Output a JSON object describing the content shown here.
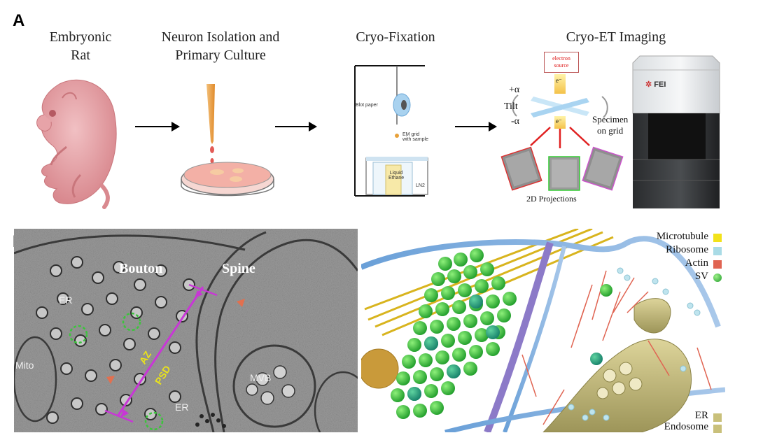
{
  "panel_a": {
    "letter": "A",
    "steps": [
      {
        "title_line1": "Embryonic",
        "title_line2": "Rat"
      },
      {
        "title_line1": "Neuron Isolation and",
        "title_line2": "Primary Culture"
      },
      {
        "title_line1": "Cryo-Fixation",
        "title_line2": ""
      },
      {
        "title_line1": "Cryo-ET Imaging",
        "title_line2": ""
      }
    ],
    "cryo_fixation": {
      "blot_paper": "Blot paper",
      "em_grid_line1": "EM grid",
      "em_grid_line2": "with sample",
      "liquid": "Liquid",
      "ethane": "Ethane",
      "ln2": "LN2"
    },
    "cryo_et": {
      "electron_line1": "electron",
      "electron_line2": "source",
      "plus_alpha": "+α",
      "tilt": "Tilt",
      "minus_alpha": "-α",
      "specimen_line1": "Specimen",
      "specimen_line2": "on grid",
      "projections": "2D Projections",
      "brand": "FEI",
      "electron_symbol": "e⁻"
    }
  },
  "panel_b": {
    "letter": "B",
    "em_labels": {
      "bouton": "Bouton",
      "spine": "Spine",
      "er_top": "ER",
      "er_bottom": "ER",
      "mito": "Mito",
      "mvb": "MVB",
      "az": "AZ",
      "psd": "PSD"
    },
    "legend_top": [
      {
        "label": "Microtubule",
        "color": "#f2e21a"
      },
      {
        "label": "Ribosome",
        "color": "#a9dbe6"
      },
      {
        "label": "Actin",
        "color": "#e06452"
      },
      {
        "label": "SV",
        "color": "#2fbf3a"
      }
    ],
    "legend_bottom": [
      {
        "label": "ER",
        "color": "#c9c07a"
      },
      {
        "label": "Endosome",
        "color": "#c9c07a"
      }
    ]
  },
  "colors": {
    "rat": "#e8a7ab",
    "dish": "#f3b7ae",
    "psd_line": "#c837d6",
    "sv_circle": "#3cc43c",
    "red_arrow": "#e02020"
  }
}
